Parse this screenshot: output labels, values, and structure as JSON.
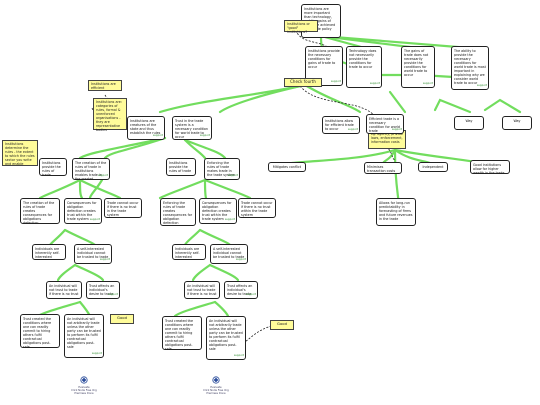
{
  "nodes": {
    "claim_top": "Institutions are more important than technology, and the gains of trade are achieved with trade policy",
    "premise_a": "Institutions provide the necessary conditions for gains of trade to occur",
    "premise_b": "Technology does not necessarily provide the conditions for trade to occur",
    "premise_c": "The gains of trade does not necessarily provide the conditions for world trade to occur",
    "premise_d": "The ability to provide the necessary conditions for world trade is most important in explaining why we consider world trade to occur",
    "instit_l": "Institutions are creatures of the state and thus establish the rules",
    "trust_l": "Trust in the trade system is a necessary condition for world trade to occur",
    "instit_r": "Institutions allow for efficient trade to occur",
    "efficient": "Efficient trade is a necessary condition for world trade",
    "way1": "Way",
    "way2": "Way",
    "mid_a": "Institutions provide the rules of trade",
    "mid_b": "The creation of the rules of trade in institutions enables trade in the market",
    "mid_c": "Institutions provide the rules of trade",
    "mid_d": "Enforcing the rules of trade makes trade in the trade system",
    "mitigates": "Mitigates conflict",
    "minimises": "Minimises transaction costs",
    "independent": "Independent",
    "good_inst": "Good institutions allow for higher wealth in the trade",
    "allows": "Allows for long-run predictability in forecasting of firms and future revenues in the trade",
    "la1": "The creation of the rules of trade creates consequences for obligations defection",
    "la2": "Consequences for obligation defection creates trust within the trade system",
    "la3": "Trade cannot occur if there is no trust in the trade system",
    "ra1": "Enforcing the rules of trade creates consequences for obligation defection",
    "ra2": "Consequences for obligation defection creates trust within the trade system",
    "ra3": "Trade cannot occur if there is no trust within the trade system",
    "lb1": "Individuals are inherently self-interested",
    "lb2": "A self-interested individual cannot be trusted to trade",
    "rb1": "Individuals are inherently self-interested",
    "rb2": "A self-interested individual cannot be trusted to trade",
    "lc1": "An individual will not trust to trade if there is no trust",
    "lc2": "Trust affects an individual's desire to trade",
    "rc1": "An individual will not trust to trade if there is no trust",
    "rc2": "Trust affects an individual's desire to trade",
    "ld1": "Trust created the conditions where one can readily commit to hiring others fulfil contractual obligations post-sale",
    "ld2": "An individual will not arbitrarily trade unless the other party can be trusted to perform its fulfil contractual obligations post-sale",
    "rd1": "Trust created the conditions where one can readily commit to hiring others fulfil contractual obligations post-sale",
    "rd2": "An individual will not arbitrarily trade unless the other party can be trusted to perform its fulfil contractual obligations post-sale"
  },
  "support_label": "support",
  "notes": {
    "top_q": "Institutions or \"good\" institutions?",
    "check": "Check fourth",
    "l_eff": "Institutions are efficient",
    "l_inst": "Institutions are: categories of rules, formal & unenforced organisations - they are representative bodies",
    "far_l": "Institutions determine the rules - the extent to which the rules sector you write and enable",
    "r_small": "eg. agency, private laws, enforcement, information costs",
    "good_l": "Good",
    "good_r": "Good"
  },
  "logo_text": "Evaluate\nClick Node Free Org\nPremises Done",
  "colors": {
    "link": "#6fdc5c",
    "note": "#fffc9a",
    "border": "#222222"
  }
}
